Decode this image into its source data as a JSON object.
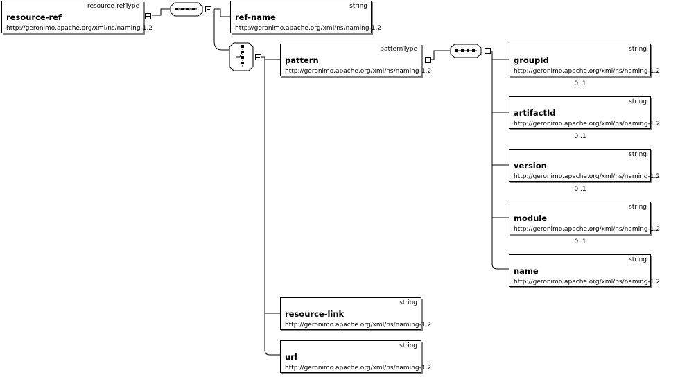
{
  "nodes": [
    {
      "id": "resource-ref",
      "name": "resource-ref",
      "type": "resource-refType",
      "ns": "http://geronimo.apache.org/xml/ns/naming-1.2",
      "occurs": ""
    },
    {
      "id": "ref-name",
      "name": "ref-name",
      "type": "string",
      "ns": "http://geronimo.apache.org/xml/ns/naming-1.2",
      "occurs": ""
    },
    {
      "id": "pattern",
      "name": "pattern",
      "type": "patternType",
      "ns": "http://geronimo.apache.org/xml/ns/naming-1.2",
      "occurs": ""
    },
    {
      "id": "resource-link",
      "name": "resource-link",
      "type": "string",
      "ns": "http://geronimo.apache.org/xml/ns/naming-1.2",
      "occurs": ""
    },
    {
      "id": "url",
      "name": "url",
      "type": "string",
      "ns": "http://geronimo.apache.org/xml/ns/naming-1.2",
      "occurs": ""
    },
    {
      "id": "groupId",
      "name": "groupId",
      "type": "string",
      "ns": "http://geronimo.apache.org/xml/ns/naming-1.2",
      "occurs": "0..1"
    },
    {
      "id": "artifactId",
      "name": "artifactId",
      "type": "string",
      "ns": "http://geronimo.apache.org/xml/ns/naming-1.2",
      "occurs": "0..1"
    },
    {
      "id": "version",
      "name": "version",
      "type": "string",
      "ns": "http://geronimo.apache.org/xml/ns/naming-1.2",
      "occurs": "0..1"
    },
    {
      "id": "module",
      "name": "module",
      "type": "string",
      "ns": "http://geronimo.apache.org/xml/ns/naming-1.2",
      "occurs": "0..1"
    },
    {
      "id": "name",
      "name": "name",
      "type": "string",
      "ns": "http://geronimo.apache.org/xml/ns/naming-1.2",
      "occurs": ""
    }
  ],
  "compositors": [
    {
      "id": "seq1",
      "kind": "sequence"
    },
    {
      "id": "choice1",
      "kind": "choice"
    },
    {
      "id": "seq2",
      "kind": "sequence"
    }
  ]
}
